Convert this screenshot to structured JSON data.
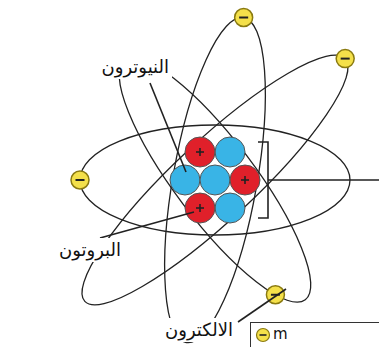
{
  "diagram": {
    "labels": [
      "النيوترون",
      "البروتون",
      "الالكترون"
    ],
    "legend": [
      {
        "text": "m"
      }
    ]
  }
}
